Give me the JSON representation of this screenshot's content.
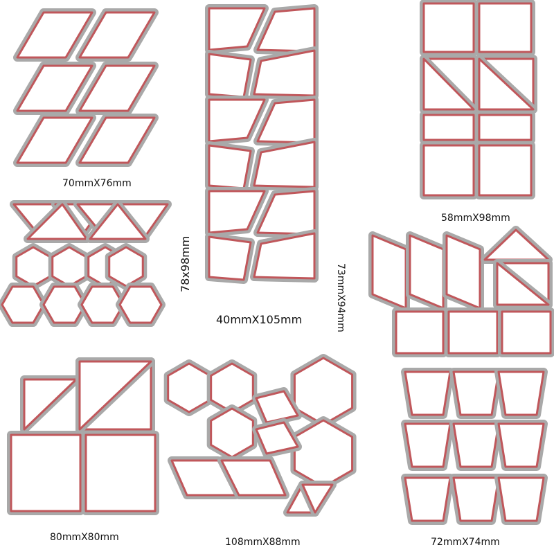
{
  "colors": {
    "background": "#ffffff",
    "plate": "#a9a9a9",
    "rule": "#c0575b",
    "shape": "#ffffff",
    "text": "#111111"
  },
  "labels": {
    "rhombus_set": "70mmX76mm",
    "triangle_strip": "40mmX105mm",
    "strip_side": "78x98mm",
    "square_set": "58mmX98mm",
    "mixed_set": "73mmX94mm",
    "big_squares": "80mmX80mm",
    "hex_set": "108mmX88mm",
    "trapezoid_set": "72mmX74mm"
  }
}
